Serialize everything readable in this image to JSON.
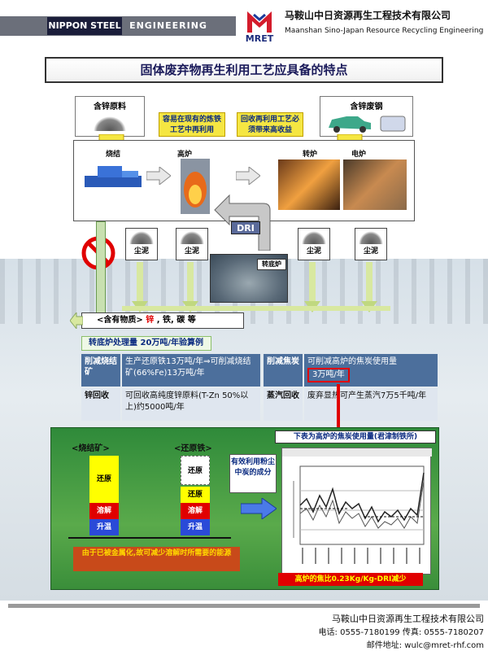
{
  "header": {
    "brand_nippon": "NIPPON STEEL",
    "brand_engineering": "ENGINEERING",
    "logo_text": "MRET",
    "company_cn": "马鞍山中日资源再生工程技术有限公司",
    "company_en": "Maanshan Sino-Japan Resource Recycling Engineering"
  },
  "title": "固体废弃物再生利用工艺应具备的特点",
  "sources": {
    "zinc_raw": "含锌原料",
    "zinc_scrap": "含锌废钢"
  },
  "callouts": {
    "easy_existing": "容易在现有的炼铁工艺中再利用",
    "recovery_benefit": "回收再利用工艺必须带来高收益"
  },
  "processes": {
    "sinter": "烧结",
    "blast_furnace": "高炉",
    "converter": "转炉",
    "eaf": "电炉",
    "rhf": "转底炉",
    "dri": "DRI"
  },
  "dust_label": "尘泥",
  "contained": {
    "prefix": "<含有物质>",
    "elements": "锌",
    "rest": ", 铁, 碳 等"
  },
  "rhf_capacity": "转底炉处理量 20万吨/年验算例",
  "table": {
    "r1c1": "削减烧结矿",
    "r1c2": "生产还原铁13万吨/年⇒可削减烧结矿(66%Fe)13万吨/年",
    "r1c3": "削减焦炭",
    "r1c4a": "可削减高炉的焦炭使用量",
    "r1c4b": "3万吨/年",
    "r2c1": "锌回收",
    "r2c2": "可回收高纯度锌原料(T-Zn 50%以上)约5000吨/年",
    "r2c3": "蒸汽回收",
    "r2c4": "废弃显热可产生蒸汽7万5千吨/年"
  },
  "comparison": {
    "sinter_title": "<烧结矿>",
    "dri_title": "<还原铁>",
    "seg_reduce": "还原",
    "seg_melt": "溶解",
    "seg_heat": "升温",
    "effective": "有效利用粉尘中炭的成分",
    "note": "由于已被金属化,故可减少溶解时所需要的能源"
  },
  "furnace_graph": {
    "title": "下表为高炉的焦炭使用量(君津制铁所)",
    "coke_reduction": "高炉的焦比0.23Kg/Kg-DRI减少"
  },
  "footer": {
    "company": "马鞍山中日资源再生工程技术有限公司",
    "phone_fax": "电话: 0555-7180199 传真: 0555-7180207",
    "email": "邮件地址: wulc@mret-rhf.com"
  },
  "colors": {
    "accent_red": "#e00000",
    "table_blue": "#4c6f9c",
    "green_panel": "#3a8e3a",
    "yellow": "#f5e642"
  }
}
